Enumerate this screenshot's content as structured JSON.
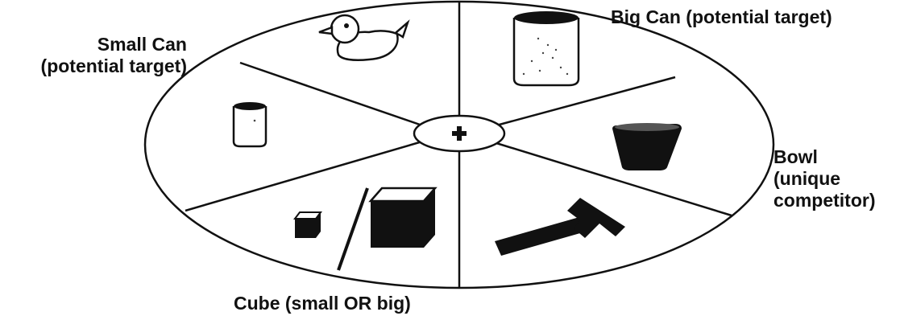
{
  "labels": {
    "small_can": {
      "line1": "Small Can",
      "line2": "(potential target)"
    },
    "big_can": {
      "line1": "Big Can (potential target)"
    },
    "bowl": {
      "line1": "Bowl",
      "line2": "(unique",
      "line3": "competitor)"
    },
    "cube": {
      "line1": "Cube (small OR big)"
    }
  },
  "center_marker": "+",
  "icons": [
    "duck-icon",
    "big-can-icon",
    "small-can-icon",
    "bowl-icon",
    "small-cube-icon",
    "big-cube-icon",
    "hammer-icon",
    "fixation-cross-icon"
  ],
  "colors": {
    "ink": "#111111",
    "background": "#ffffff"
  }
}
